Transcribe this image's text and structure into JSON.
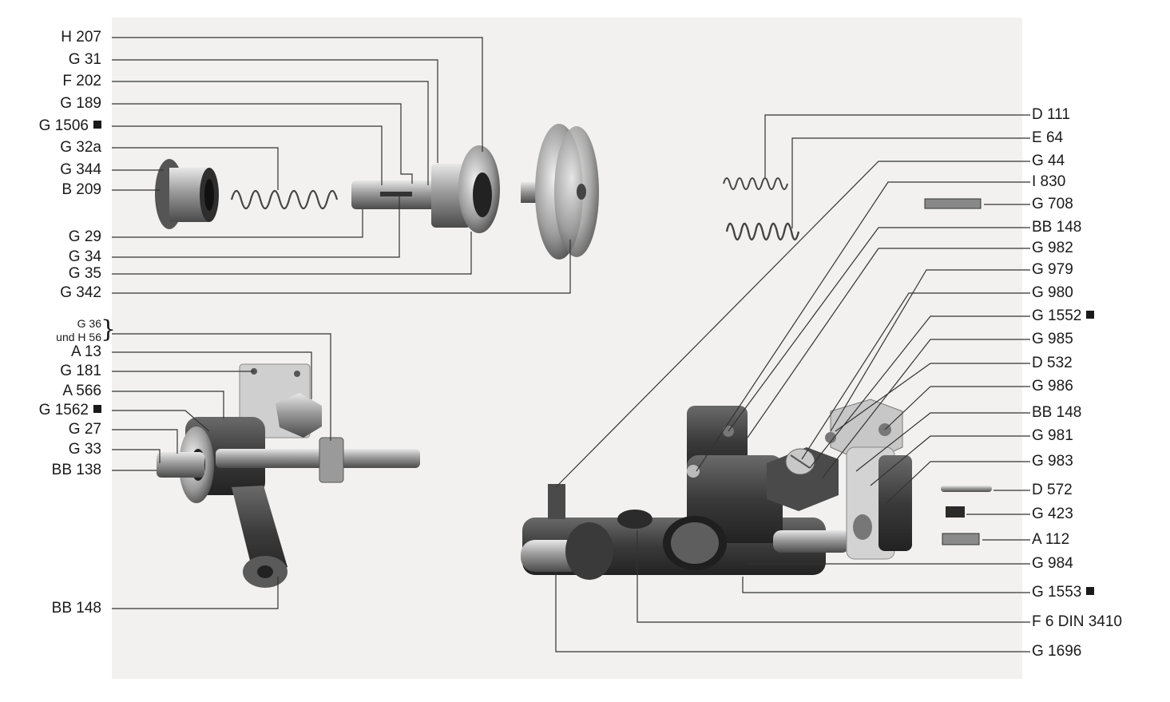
{
  "left_labels": [
    {
      "text": "H 207",
      "marker": false
    },
    {
      "text": "G 31",
      "marker": false
    },
    {
      "text": "F 202",
      "marker": false
    },
    {
      "text": "G 189",
      "marker": false
    },
    {
      "text": "G 1506",
      "marker": true
    },
    {
      "text": "G 32a",
      "marker": false
    },
    {
      "text": "G 344",
      "marker": false
    },
    {
      "text": "B 209",
      "marker": false
    },
    {
      "text": "G 29",
      "marker": false
    },
    {
      "text": "G 34",
      "marker": false
    },
    {
      "text": "G 35",
      "marker": false
    },
    {
      "text": "G 342",
      "marker": false
    },
    {
      "text": "A 13",
      "marker": false
    },
    {
      "text": "G 181",
      "marker": false
    },
    {
      "text": "A 566",
      "marker": false
    },
    {
      "text": "G 1562",
      "marker": true
    },
    {
      "text": "G 27",
      "marker": false
    },
    {
      "text": "G 33",
      "marker": false
    },
    {
      "text": "BB 138",
      "marker": false
    },
    {
      "text": "BB 148",
      "marker": false
    }
  ],
  "combined_label": {
    "line1": "G 36",
    "line2": "und H 56",
    "brace": "}"
  },
  "right_labels": [
    {
      "text": "D 111",
      "marker": false
    },
    {
      "text": "E 64",
      "marker": false
    },
    {
      "text": "G 44",
      "marker": false
    },
    {
      "text": "I 830",
      "marker": false
    },
    {
      "text": "G 708",
      "marker": false
    },
    {
      "text": "BB 148",
      "marker": false
    },
    {
      "text": "G 982",
      "marker": false
    },
    {
      "text": "G 979",
      "marker": false
    },
    {
      "text": "G 980",
      "marker": false
    },
    {
      "text": "G 1552",
      "marker": true
    },
    {
      "text": "G 985",
      "marker": false
    },
    {
      "text": "D 532",
      "marker": false
    },
    {
      "text": "G 986",
      "marker": false
    },
    {
      "text": "BB 148",
      "marker": false
    },
    {
      "text": "G 981",
      "marker": false
    },
    {
      "text": "G 983",
      "marker": false
    },
    {
      "text": "D 572",
      "marker": false
    },
    {
      "text": "G 423",
      "marker": false
    },
    {
      "text": "A 112",
      "marker": false
    },
    {
      "text": "G 984",
      "marker": false
    },
    {
      "text": "G 1553",
      "marker": true
    },
    {
      "text": "F 6 DIN 3410",
      "marker": false
    },
    {
      "text": "G 1696",
      "marker": false
    }
  ]
}
